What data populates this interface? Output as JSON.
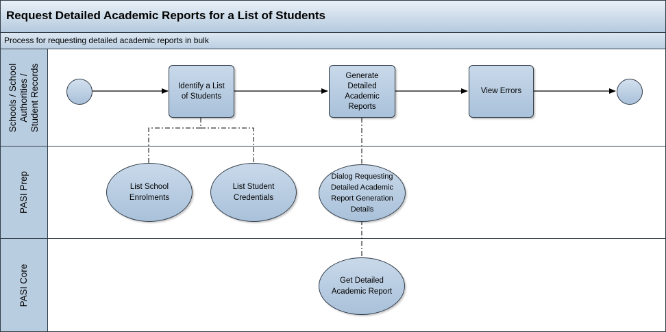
{
  "title": "Request Detailed Academic Reports for a List of Students",
  "subtitle": "Process for requesting detailed academic reports in bulk",
  "lanes": [
    {
      "label_lines": [
        "Schools / School",
        "Authorities /",
        "Student Records"
      ]
    },
    {
      "label_lines": [
        "PASI Prep"
      ]
    },
    {
      "label_lines": [
        "PASI Core"
      ]
    }
  ],
  "process_boxes": {
    "identify": "Identify a List of Students",
    "generate": "Generate Detailed Academic Reports",
    "view_errors": "View Errors"
  },
  "screens": {
    "list_school_enrolments": "List School Enrolments",
    "list_student_credentials": "List Student Credentials",
    "dialog_requesting": "Dialog Requesting Detailed Academic Report Generation Details",
    "get_detailed_report": "Get Detailed Academic Report"
  },
  "colors": {
    "shape_fill_top": "#c9d9ea",
    "shape_fill_bottom": "#a9c1da",
    "lane_header": "#b9cde1",
    "outline": "#2f3b47"
  }
}
